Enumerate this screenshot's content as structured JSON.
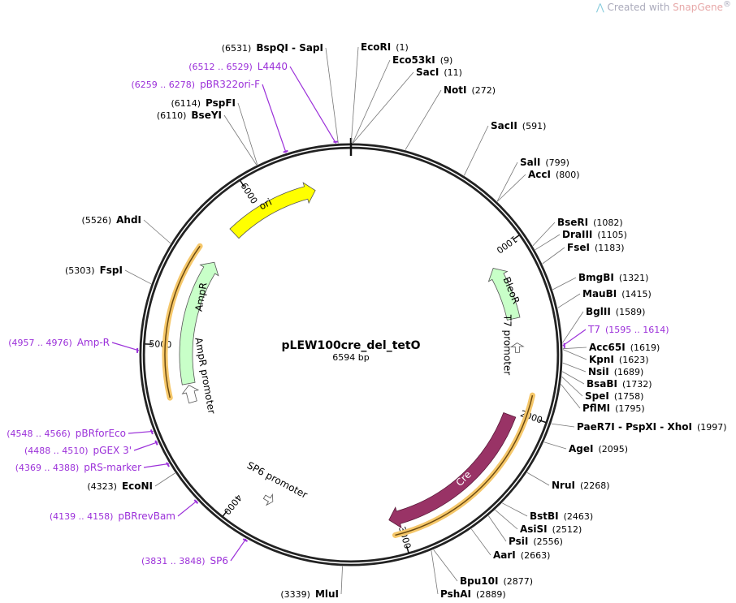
{
  "credit": {
    "prefix": "Created with ",
    "brand": "SnapGene",
    "mark": "®"
  },
  "plasmid": {
    "name": "pLEW100cre_del_tetO",
    "size_label": "6594 bp",
    "length": 6594
  },
  "colors": {
    "ori": "#ffff00",
    "amp": "#c8ffc8",
    "bleo": "#c8ffc8",
    "cre": "#993366",
    "primer": "#9b30d9",
    "highlight": "#f5c76a"
  },
  "ticks": [
    "1000",
    "2000",
    "3000",
    "4000",
    "5000",
    "6000"
  ],
  "features": [
    {
      "name": "ori",
      "start": 5790,
      "end": 6370,
      "dir": 1,
      "color": "#ffff00"
    },
    {
      "name": "AmpR",
      "start": 4760,
      "end": 5570,
      "dir": 1,
      "color": "#c8ffc8"
    },
    {
      "name": "AmpR promoter",
      "start": 4640,
      "end": 4750,
      "dir": 1,
      "color": "#ffffff"
    },
    {
      "name": "BleoR",
      "start": 1075,
      "end": 1420,
      "dir": -1,
      "color": "#c8ffc8"
    },
    {
      "name": "T7 promoter",
      "start": 1595,
      "end": 1614,
      "dir": -1,
      "color": "#ffffff"
    },
    {
      "name": "Cre",
      "start": 2030,
      "end": 3060,
      "dir": 1,
      "color": "#993366"
    },
    {
      "name": "SP6 promoter",
      "start": 3831,
      "end": 3848,
      "dir": -1,
      "color": "#ffffff"
    }
  ],
  "sites": [
    {
      "name": "EcoRI",
      "pos": "(1)",
      "bp": 1
    },
    {
      "name": "Eco53kI",
      "pos": "(9)",
      "bp": 9
    },
    {
      "name": "SacI",
      "pos": "(11)",
      "bp": 11
    },
    {
      "name": "NotI",
      "pos": "(272)",
      "bp": 272
    },
    {
      "name": "SacII",
      "pos": "(591)",
      "bp": 591
    },
    {
      "name": "SalI",
      "pos": "(799)",
      "bp": 799
    },
    {
      "name": "AccI",
      "pos": "(800)",
      "bp": 800
    },
    {
      "name": "BseRI",
      "pos": "(1082)",
      "bp": 1082
    },
    {
      "name": "DraIII",
      "pos": "(1105)",
      "bp": 1105
    },
    {
      "name": "FseI",
      "pos": "(1183)",
      "bp": 1183
    },
    {
      "name": "BmgBI",
      "pos": "(1321)",
      "bp": 1321
    },
    {
      "name": "MauBI",
      "pos": "(1415)",
      "bp": 1415
    },
    {
      "name": "BglII",
      "pos": "(1589)",
      "bp": 1589
    },
    {
      "name": "T7",
      "pos": "(1595 .. 1614)",
      "bp": 1604,
      "primer": true
    },
    {
      "name": "Acc65I",
      "pos": "(1619)",
      "bp": 1619
    },
    {
      "name": "KpnI",
      "pos": "(1623)",
      "bp": 1623
    },
    {
      "name": "NsiI",
      "pos": "(1689)",
      "bp": 1689
    },
    {
      "name": "BsaBI",
      "pos": "(1732)",
      "bp": 1732
    },
    {
      "name": "SpeI",
      "pos": "(1758)",
      "bp": 1758
    },
    {
      "name": "PflMI",
      "pos": "(1795)",
      "bp": 1795
    },
    {
      "name": "PaeR7I - PspXI - XhoI",
      "pos": "(1997)",
      "bp": 1997
    },
    {
      "name": "AgeI",
      "pos": "(2095)",
      "bp": 2095
    },
    {
      "name": "NruI",
      "pos": "(2268)",
      "bp": 2268
    },
    {
      "name": "BstBI",
      "pos": "(2463)",
      "bp": 2463
    },
    {
      "name": "AsiSI",
      "pos": "(2512)",
      "bp": 2512
    },
    {
      "name": "PsiI",
      "pos": "(2556)",
      "bp": 2556
    },
    {
      "name": "AarI",
      "pos": "(2663)",
      "bp": 2663
    },
    {
      "name": "Bpu10I",
      "pos": "(2877)",
      "bp": 2877
    },
    {
      "name": "PshAI",
      "pos": "(2889)",
      "bp": 2889
    },
    {
      "name": "MluI",
      "pos": "(3339)",
      "bp": 3339
    },
    {
      "name": "SP6",
      "pos": "(3831 .. 3848)",
      "bp": 3840,
      "primer": true
    },
    {
      "name": "pBRrevBam",
      "pos": "(4139 .. 4158)",
      "bp": 4148,
      "primer": true
    },
    {
      "name": "EcoNI",
      "pos": "(4323)",
      "bp": 4323
    },
    {
      "name": "pRS-marker",
      "pos": "(4369 .. 4388)",
      "bp": 4378,
      "primer": true
    },
    {
      "name": "pGEX 3'",
      "pos": "(4488 .. 4510)",
      "bp": 4499,
      "primer": true
    },
    {
      "name": "pBRforEco",
      "pos": "(4548 .. 4566)",
      "bp": 4557,
      "primer": true
    },
    {
      "name": "Amp-R",
      "pos": "(4957 .. 4976)",
      "bp": 4966,
      "primer": true
    },
    {
      "name": "FspI",
      "pos": "(5303)",
      "bp": 5303
    },
    {
      "name": "AhdI",
      "pos": "(5526)",
      "bp": 5526
    },
    {
      "name": "BseYI",
      "pos": "(6110)",
      "bp": 6110
    },
    {
      "name": "PspFI",
      "pos": "(6114)",
      "bp": 6114
    },
    {
      "name": "pBR322ori-F",
      "pos": "(6259 .. 6278)",
      "bp": 6268,
      "primer": true
    },
    {
      "name": "L4440",
      "pos": "(6512 .. 6529)",
      "bp": 6520,
      "primer": true
    },
    {
      "name": "BspQI - SapI",
      "pos": "(6531)",
      "bp": 6531
    }
  ]
}
